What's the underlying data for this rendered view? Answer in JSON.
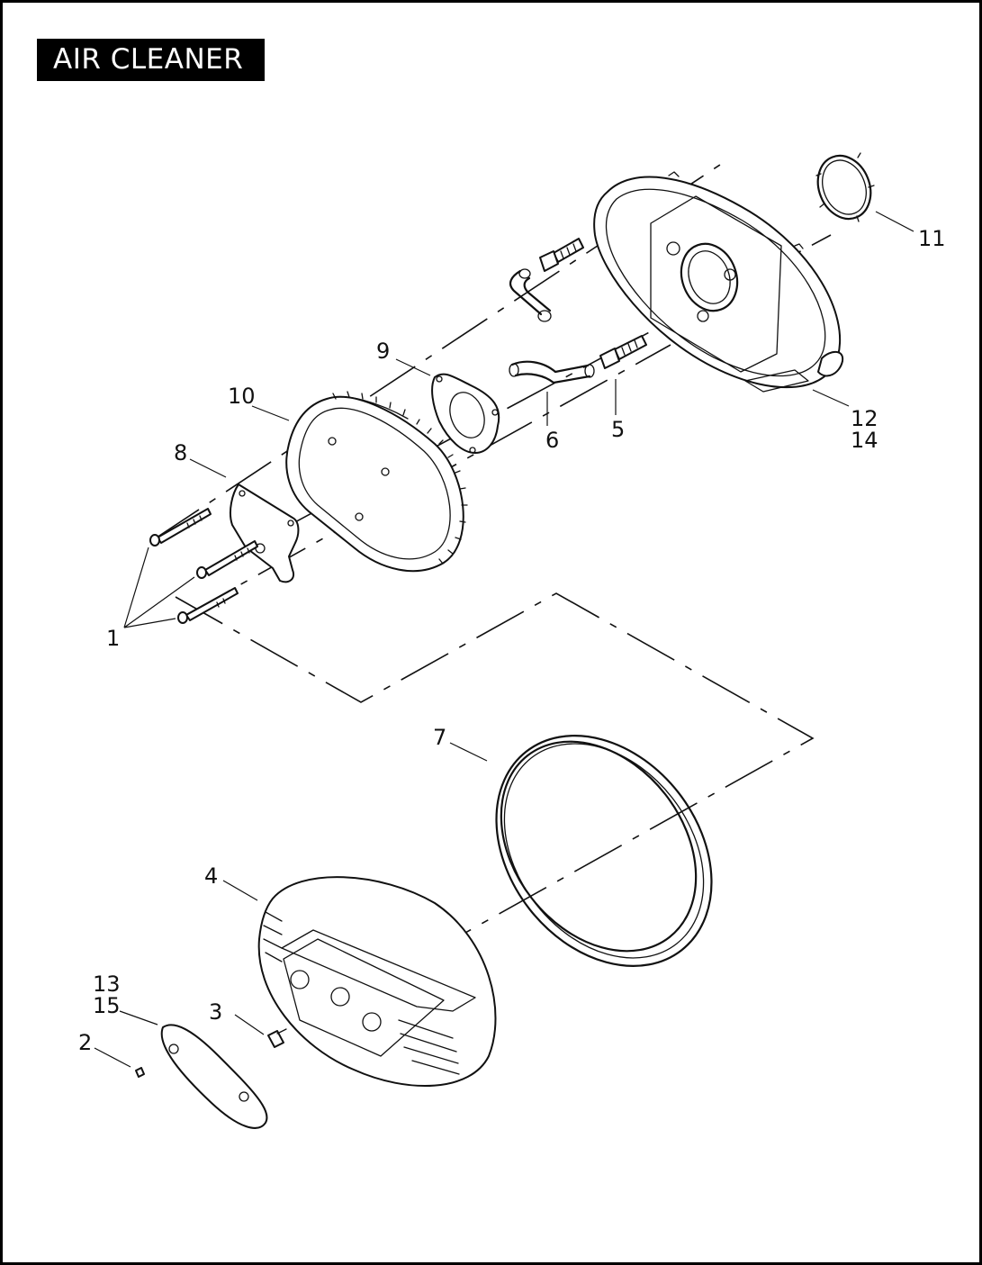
{
  "title": "AIR CLEANER",
  "callouts": [
    "1",
    "2",
    "3",
    "4",
    "5",
    "6",
    "7",
    "8",
    "9",
    "10",
    "11",
    "12",
    "13",
    "14",
    "15"
  ]
}
